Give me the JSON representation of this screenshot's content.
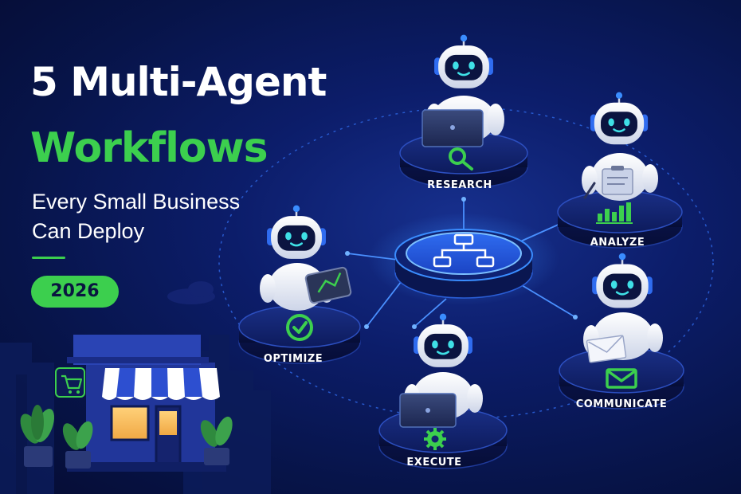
{
  "title": {
    "line1": "5 Multi-Agent",
    "line2": "Workflows"
  },
  "subtitle": {
    "line1": "Every Small Business",
    "line2": "Can Deploy"
  },
  "year_badge": "2026",
  "workflows": [
    {
      "label": "RESEARCH",
      "icon": "magnifier-icon"
    },
    {
      "label": "ANALYZE",
      "icon": "bar-chart-icon"
    },
    {
      "label": "COMMUNICATE",
      "icon": "envelope-icon"
    },
    {
      "label": "EXECUTE",
      "icon": "gear-icon"
    },
    {
      "label": "OPTIMIZE",
      "icon": "check-circle-icon"
    }
  ],
  "hub": {
    "icon": "flowchart-icon"
  },
  "storefront": {
    "icon": "shopping-cart-icon"
  },
  "colors": {
    "accent_green": "#3ccf4e",
    "glow_blue": "#3a8dff",
    "background": "#071449",
    "robot_white": "#eef1f8",
    "robot_face": "#0b1440"
  }
}
